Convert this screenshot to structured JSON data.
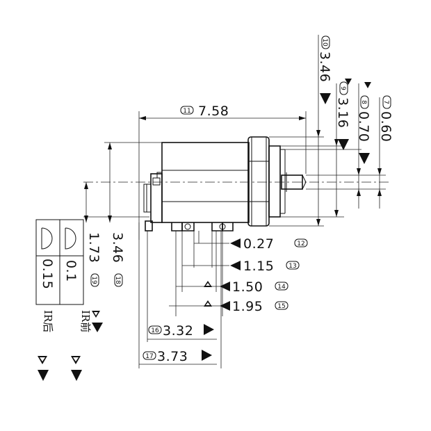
{
  "dimensions": {
    "d11": {
      "num": "11",
      "value": "7.58"
    },
    "d10": {
      "num": "10",
      "value": "3.46"
    },
    "d9": {
      "num": "9",
      "value": "3.16"
    },
    "d8": {
      "num": "8",
      "value": "0.70"
    },
    "d7": {
      "num": "7",
      "value": "0.60"
    },
    "d12": {
      "num": "12",
      "value": "0.27"
    },
    "d13": {
      "num": "13",
      "value": "1.15"
    },
    "d14": {
      "num": "14",
      "value": "1.50"
    },
    "d15": {
      "num": "15",
      "value": "1.95"
    },
    "d16": {
      "num": "16",
      "value": "3.32"
    },
    "d17": {
      "num": "17",
      "value": "3.73"
    },
    "d18": {
      "num": "18",
      "value": "3.46"
    },
    "d19": {
      "num": "19",
      "value": "1.73"
    }
  },
  "table": {
    "row1_value": "0.15",
    "row2_value": "0.1"
  },
  "legend": {
    "front_label": "IR前",
    "back_label": "IR后"
  }
}
